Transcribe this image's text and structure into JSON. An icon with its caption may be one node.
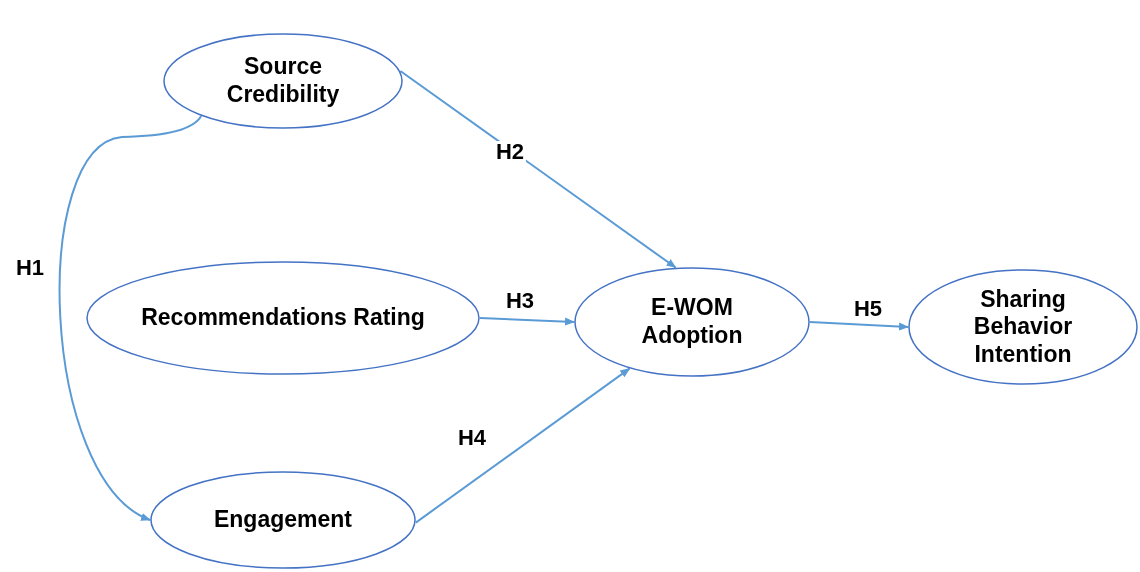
{
  "diagram": {
    "nodes": [
      {
        "text": [
          "Source Credibility"
        ]
      },
      {
        "text": [
          "Recommendations Rating"
        ]
      },
      {
        "text": [
          "Engagement"
        ]
      },
      {
        "text": [
          "E-WOM Adoption"
        ]
      },
      {
        "text": [
          "Sharing Behavior Intention"
        ]
      }
    ],
    "edges": [
      {
        "from": 0,
        "to": 2,
        "arrow": "to",
        "label": "H1"
      },
      {
        "from": 0,
        "to": 3,
        "arrow": "to",
        "label": "H2"
      },
      {
        "from": 1,
        "to": 3,
        "arrow": "to",
        "label": "H3"
      },
      {
        "from": 2,
        "to": 3,
        "arrow": "to",
        "label": "H4"
      },
      {
        "from": 3,
        "to": 4,
        "arrow": "to",
        "label": "H5"
      }
    ]
  }
}
